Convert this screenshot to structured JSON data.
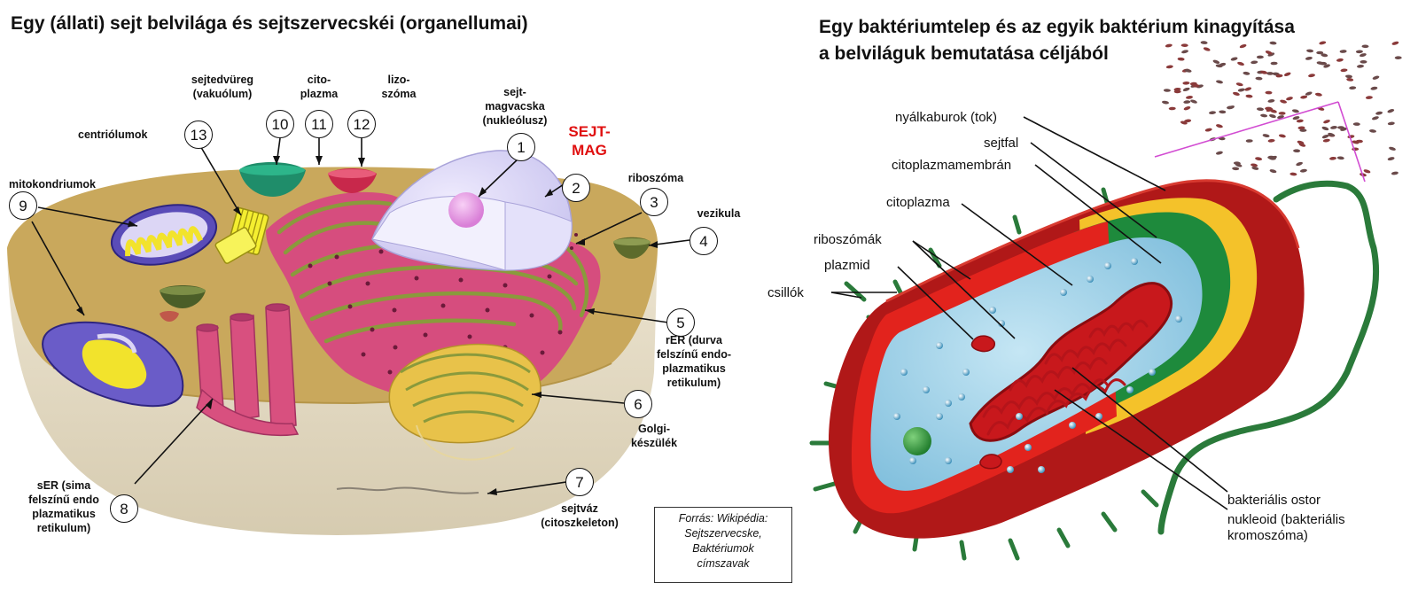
{
  "titles": {
    "cell": "Egy (állati) sejt belvilága és sejtszervecskéi (organellumai)",
    "bacteria_line1": "Egy baktériumtelep és az egyik baktérium kinagyítása",
    "bacteria_line2": "a belviláguk bemutatása céljából"
  },
  "cell_labels": {
    "nucleolus": [
      "sejt-",
      "magvacska",
      "(nukleólusz)"
    ],
    "nucleus": [
      "SEJT-",
      "MAG"
    ],
    "ribosome": "riboszóma",
    "vesicle": "vezikula",
    "rer": [
      "rER (durva",
      "felszínű endo-",
      "plazmatikus",
      "retikulum)"
    ],
    "golgi": [
      "Golgi-",
      "készülék"
    ],
    "cytoskeleton": [
      "sejtváz",
      "(citoszkeleton)"
    ],
    "ser": [
      "sER (sima",
      "felszínű endo",
      "plazmatikus",
      "retikulum)"
    ],
    "mitochondria": "mitokondriumok",
    "centrioles": "centriólumok",
    "vacuole": [
      "sejtedvüreg",
      "(vakuólum)"
    ],
    "cytoplasm": [
      "cito-",
      "plazma"
    ],
    "lysosome": [
      "lizo-",
      "szóma"
    ]
  },
  "numbers": [
    "1",
    "2",
    "3",
    "4",
    "5",
    "6",
    "7",
    "8",
    "9",
    "10",
    "11",
    "12",
    "13"
  ],
  "source": [
    "Forrás: Wikipédia:",
    "Sejtszervecske,",
    "Baktériumok",
    "címszavak"
  ],
  "bacteria_labels": {
    "capsule": "nyálkaburok (tok)",
    "cell_wall": "sejtfal",
    "membrane": "citoplazmamembrán",
    "cytoplasm": "citoplazma",
    "ribosomes": "riboszómák",
    "plasmid": "plazmid",
    "pili": "csillók",
    "flagellum": "bakteriális ostor",
    "nucleoid": [
      "nukleoid (bakteriális",
      "kromoszóma)"
    ]
  },
  "colors": {
    "cell_fill": "#c9a85c",
    "cell_body": "#e3d9c3",
    "er_pink": "#d64d7e",
    "er_green": "#8a9a3c",
    "nucleus": "#dcd9f7",
    "nucleolus": "#e9a3e8",
    "mito_purple": "#5a4cb8",
    "mito_yellow": "#f2e32c",
    "golgi": "#e8c24a",
    "vacuole_green": "#1f8d6a",
    "lysosome": "#c8284b",
    "capsule_red": "#c8201c",
    "wall_yellow": "#f4c22a",
    "membrane_green": "#1e8a3c",
    "bact_cytoplasm": "#a9d6ea",
    "dna": "#b5141a",
    "flagellum_green": "#2a7a3a",
    "mag_red": "#e01010",
    "pointer_magenta": "#d24cd2"
  }
}
